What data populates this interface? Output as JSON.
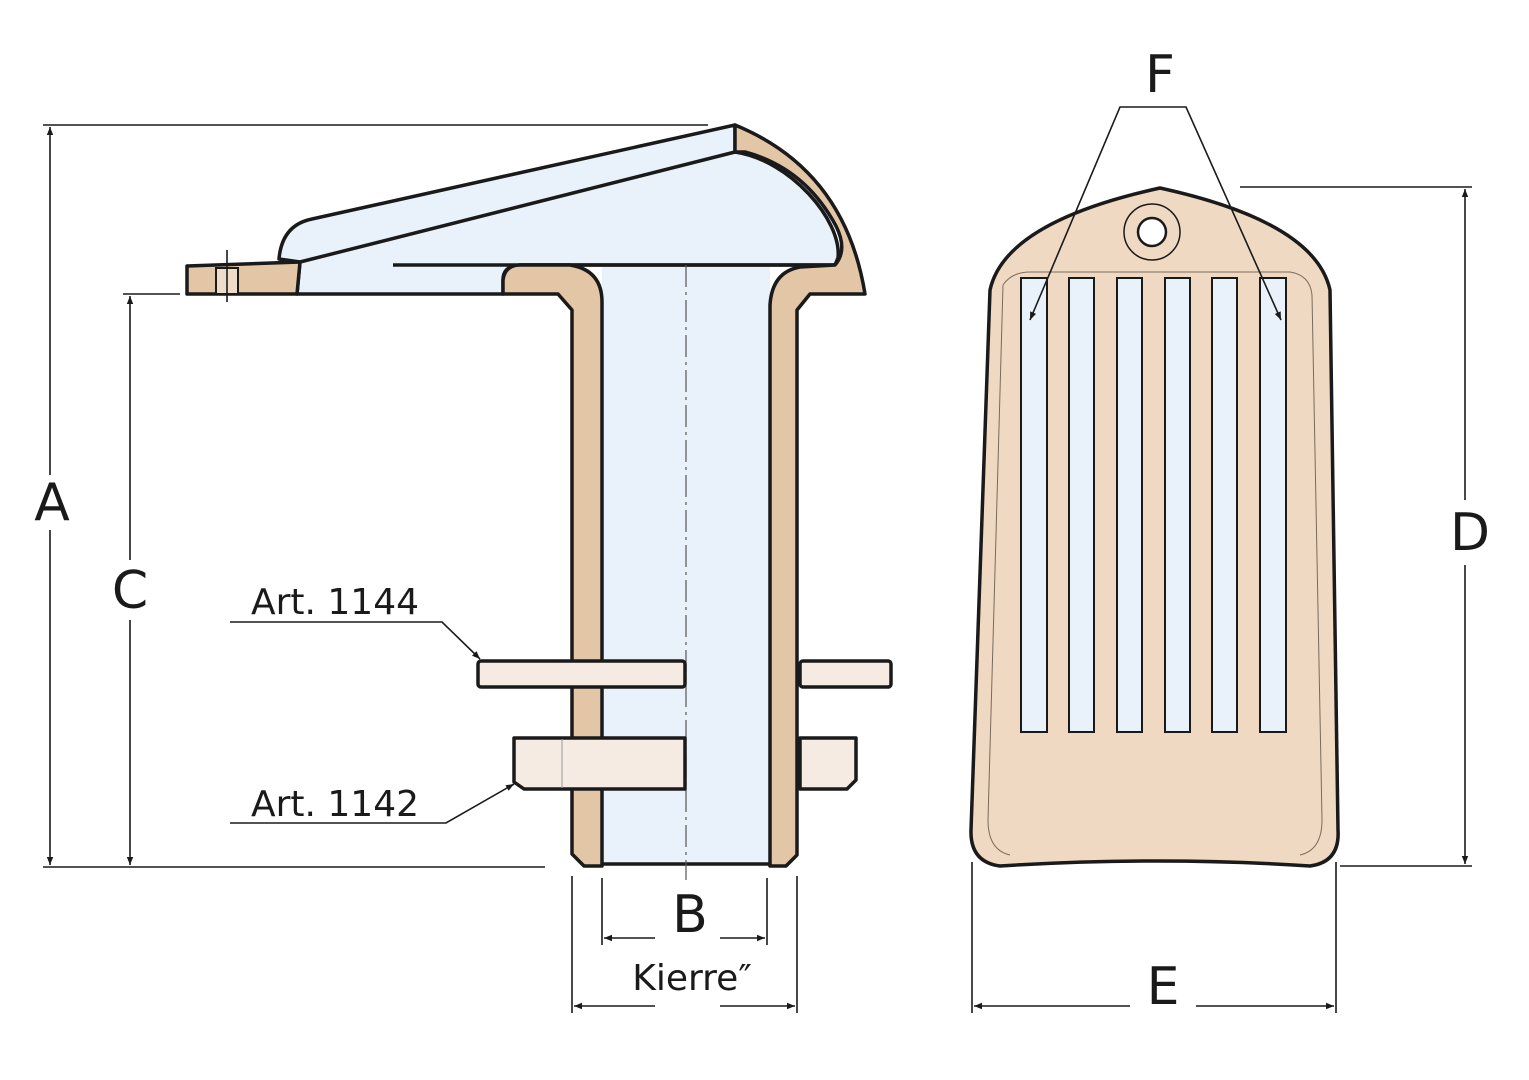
{
  "labels": {
    "A": "A",
    "B": "B",
    "C": "C",
    "D": "D",
    "E": "E",
    "F": "F",
    "thread": "Kierre″",
    "art_washer": "Art. 1144",
    "art_nut": "Art. 1142"
  },
  "colors": {
    "bronze": "#e2c6a6",
    "bronze_light": "#f5ebe2",
    "interior": "#e9f2fa",
    "strainer_body": "#efd9c3",
    "line": "#1a1a1a"
  }
}
